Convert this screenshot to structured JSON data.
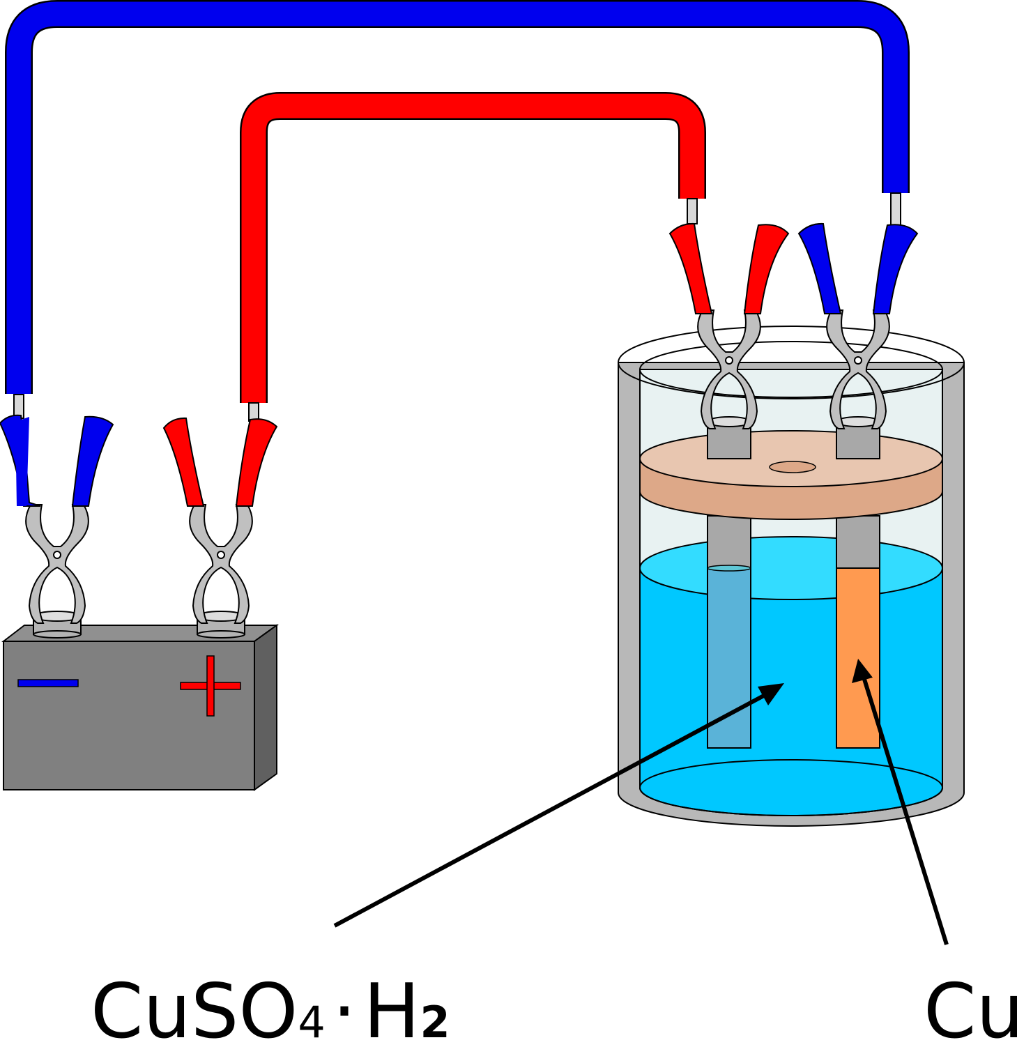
{
  "diagram": {
    "battery": {
      "negative_symbol": "−",
      "positive_symbol": "+"
    },
    "labels": {
      "solution": {
        "main": "CuSO",
        "sub1": "4",
        "dot": "·",
        "h": "H",
        "sub2": "2"
      },
      "electrode": "Cu"
    },
    "colors": {
      "negative_wire": "#0000ee",
      "positive_wire": "#ff0000",
      "battery_body": "#808080",
      "electrolyte": "#00c8ff",
      "copper_electrode": "#ff9a50",
      "lid": "#dda888"
    }
  }
}
